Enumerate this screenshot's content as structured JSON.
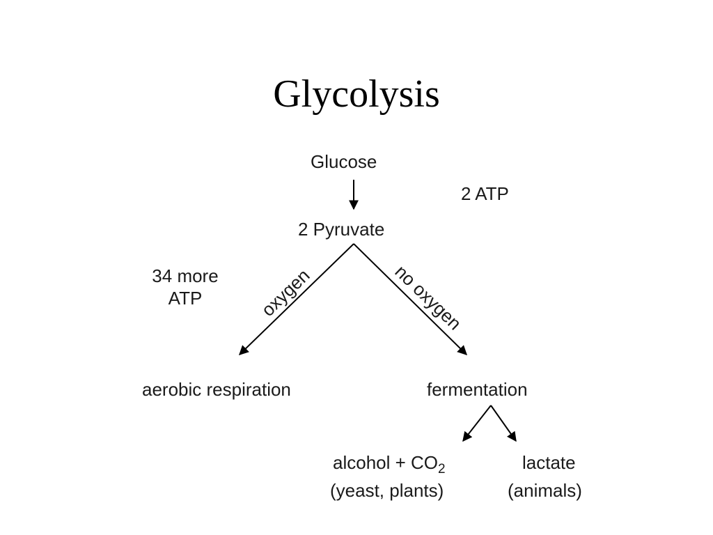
{
  "title": "Glycolysis",
  "nodes": {
    "glucose": "Glucose",
    "pyruvate": "2 Pyruvate",
    "aerobic": "aerobic respiration",
    "fermentation": "fermentation",
    "alcohol_main": "alcohol + CO",
    "alcohol_sub": "2",
    "alcohol_note": "(yeast, plants)",
    "lactate": "lactate",
    "lactate_note": "(animals)"
  },
  "annotations": {
    "atp_glycolysis": "2 ATP",
    "atp_aerobic_line1": "34 more",
    "atp_aerobic_line2": "ATP"
  },
  "edges": {
    "oxygen": "oxygen",
    "no_oxygen": "no oxygen"
  },
  "colors": {
    "text": "#1a1a1a",
    "line": "#000000",
    "background": "#ffffff"
  }
}
